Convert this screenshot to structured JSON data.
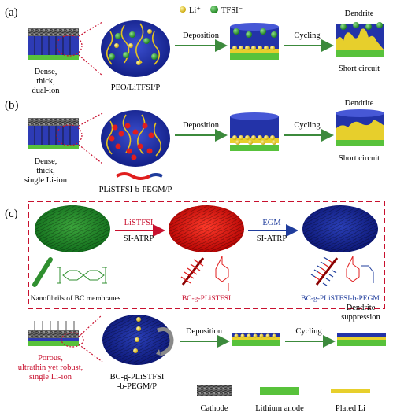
{
  "panels": {
    "a": {
      "label": "(a)",
      "legend": {
        "li": "Li⁺",
        "tfsi": "TFSI⁻"
      },
      "membrane_desc": [
        "Dense,",
        "thick,",
        "dual-ion"
      ],
      "polymer": "PEO/LiTFSI/P",
      "step1": "Deposition",
      "step2": "Cycling",
      "top": "Dendrite",
      "bottom": "Short circuit"
    },
    "b": {
      "label": "(b)",
      "membrane_desc": [
        "Dense,",
        "thick,",
        "single Li-ion"
      ],
      "polymer": "PLiSTFSI-b-PEGM/P",
      "step1": "Deposition",
      "step2": "Cycling",
      "top": "Dendrite",
      "bottom": "Short circuit"
    },
    "c": {
      "label": "(c)",
      "reagent1": "LiSTFSI",
      "method1": "SI-ATRP",
      "reagent2": "EGM",
      "method2": "SI-ATRP",
      "caption1": "Nanofibrils of BC membranes",
      "caption2": "BC-g-PLiSTFSI",
      "caption3": "BC-g-PLiSTFSI-b-PEGM"
    },
    "d": {
      "membrane_desc": [
        "Porous,",
        "ultrathin yet robust,",
        "single Li-ion"
      ],
      "polymer": [
        "BC-g-PLiSTFSI",
        "-b-PEGM/P"
      ],
      "step1": "Deposition",
      "step2": "Cycling",
      "top": [
        "Dendrite",
        "suppression"
      ]
    }
  },
  "legend": {
    "cathode": "Cathode",
    "anode": "Lithium anode",
    "plated": "Plated Li"
  },
  "colors": {
    "accent_red": "#c8102e",
    "membrane_blue": "#2333a8",
    "anode_green": "#58c23b",
    "plated_yellow": "#e7cf2c",
    "arrow_green": "#3c8a3c"
  }
}
